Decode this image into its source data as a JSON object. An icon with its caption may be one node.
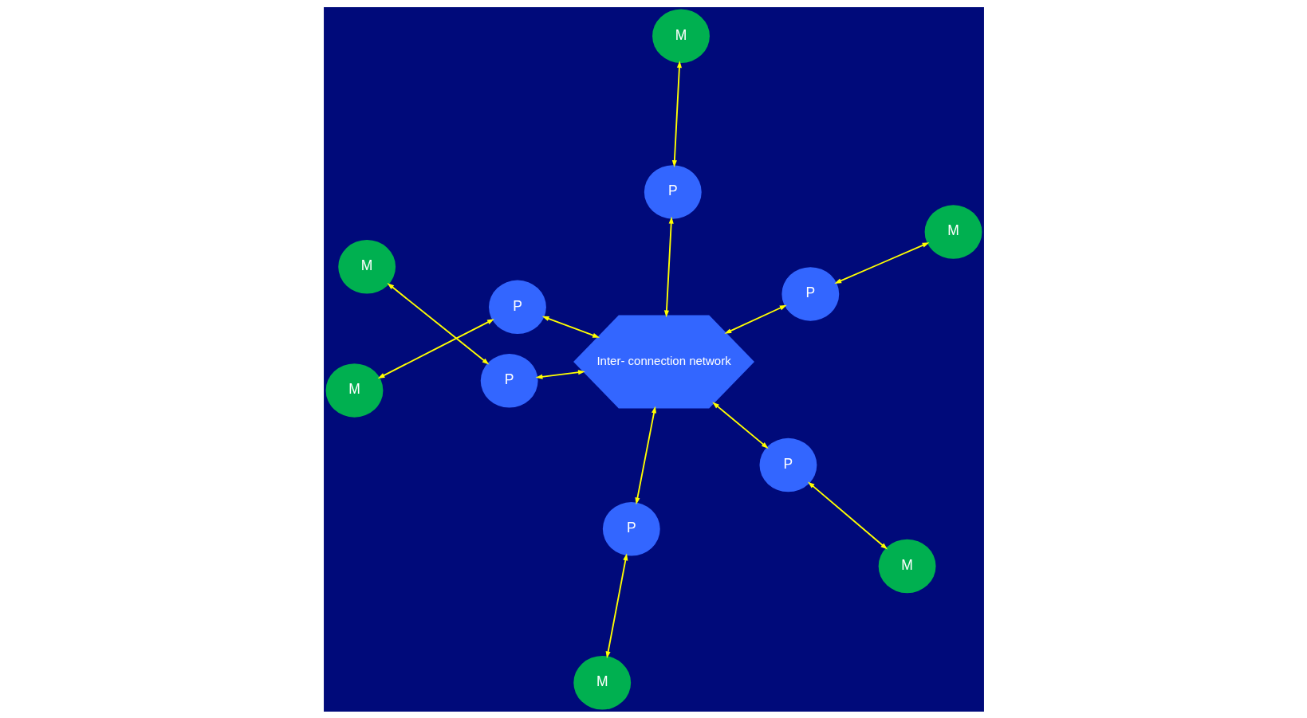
{
  "diagram": {
    "nodes": [
      {
        "text": [
          "M"
        ]
      },
      {
        "text": [
          "P"
        ]
      },
      {
        "text": [
          "P"
        ]
      },
      {
        "text": [
          "M"
        ]
      },
      {
        "text": [
          "M"
        ]
      },
      {
        "text": [
          "P"
        ]
      },
      {
        "text": [
          "Inter- connection network"
        ]
      },
      {
        "text": [
          "P"
        ]
      },
      {
        "text": [
          "M"
        ]
      },
      {
        "text": [
          "M"
        ]
      },
      {
        "text": [
          "P"
        ]
      },
      {
        "text": [
          "P"
        ]
      },
      {
        "text": [
          "M"
        ]
      }
    ],
    "edges": [
      {
        "from": 0,
        "to": 1,
        "arrow": "both"
      },
      {
        "from": 2,
        "to": 3,
        "arrow": "both"
      },
      {
        "from": 1,
        "to": 6,
        "arrow": "both"
      },
      {
        "from": 2,
        "to": 6,
        "arrow": "both"
      },
      {
        "from": 4,
        "to": 5,
        "arrow": "both"
      },
      {
        "from": 5,
        "to": 6,
        "arrow": "both"
      },
      {
        "from": 6,
        "to": 7,
        "arrow": "both"
      },
      {
        "from": 7,
        "to": 8,
        "arrow": "both"
      },
      {
        "from": 10,
        "to": 6,
        "arrow": "both"
      },
      {
        "from": 6,
        "to": 11,
        "arrow": "both"
      },
      {
        "from": 9,
        "to": 10,
        "arrow": "both"
      },
      {
        "from": 11,
        "to": 12,
        "arrow": "both"
      }
    ]
  }
}
